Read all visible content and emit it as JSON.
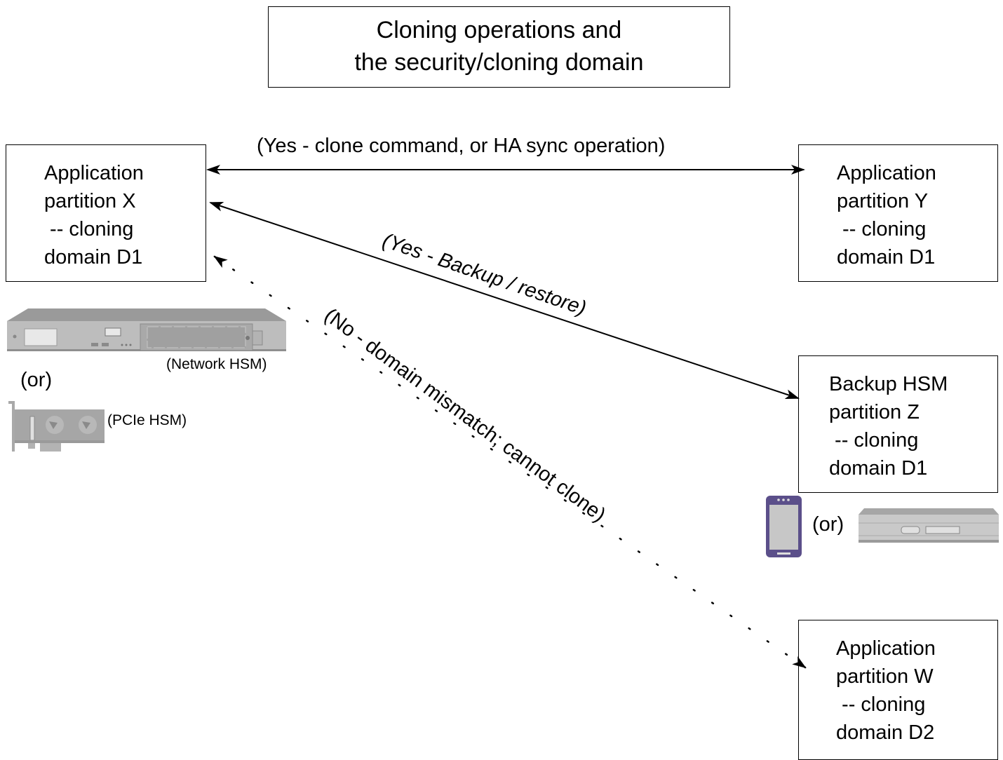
{
  "title": {
    "line1": "Cloning operations and",
    "line2": "the security/cloning domain"
  },
  "boxes": {
    "x": [
      "Application",
      "partition X",
      " -- cloning",
      "domain D1"
    ],
    "y": [
      "Application",
      "partition Y",
      " -- cloning",
      "domain D1"
    ],
    "z": [
      "Backup HSM",
      "partition Z",
      " -- cloning",
      "domain D1"
    ],
    "w": [
      "Application",
      "partition W",
      " -- cloning",
      "domain D2"
    ]
  },
  "arrows": {
    "clone_label": "(Yes - clone command, or HA sync operation)",
    "backup_label": "(Yes - Backup / restore)",
    "mismatch_label": "(No - domain mismatch; cannot clone)"
  },
  "devices": {
    "network_hsm_label": "(Network HSM)",
    "or_left": "(or)",
    "pcie_hsm_label": "(PCIe HSM)",
    "or_right": "(or)"
  },
  "colors": {
    "device_gray": "#bdbdbd",
    "device_dark": "#8f8f8f",
    "backup_device_purple": "#5b4f8a"
  }
}
